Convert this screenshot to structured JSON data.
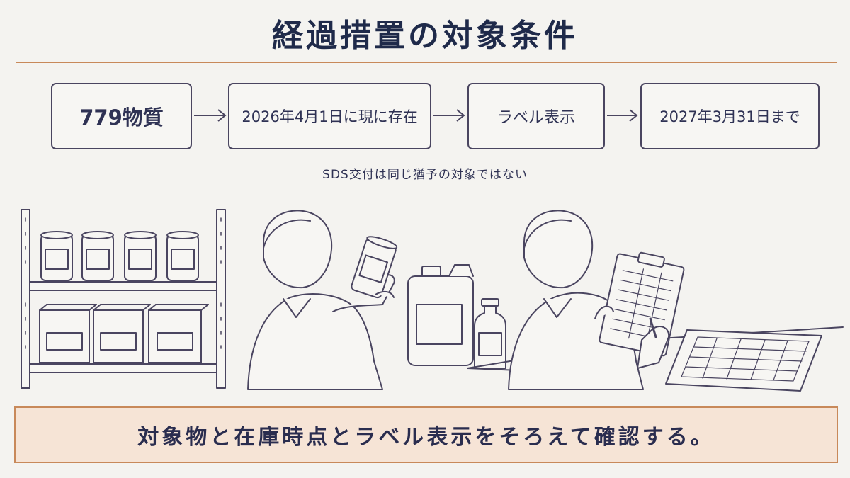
{
  "title": "経過措置の対象条件",
  "flow": [
    {
      "id": "substances",
      "label": "779物質"
    },
    {
      "id": "existing",
      "label": "2026年4月1日に現に存在"
    },
    {
      "id": "label",
      "label": "ラベル表示"
    },
    {
      "id": "deadline",
      "label": "2027年3月31日まで"
    }
  ],
  "note": "SDS交付は同じ猶予の対象ではない",
  "bottom_text": "対象物と在庫時点とラベル表示をそろえて確認する。",
  "colors": {
    "accent": "#c8895a",
    "ink": "#4a4560",
    "background": "#f4f3f0",
    "bottom_fill": "#f6e4d6"
  }
}
